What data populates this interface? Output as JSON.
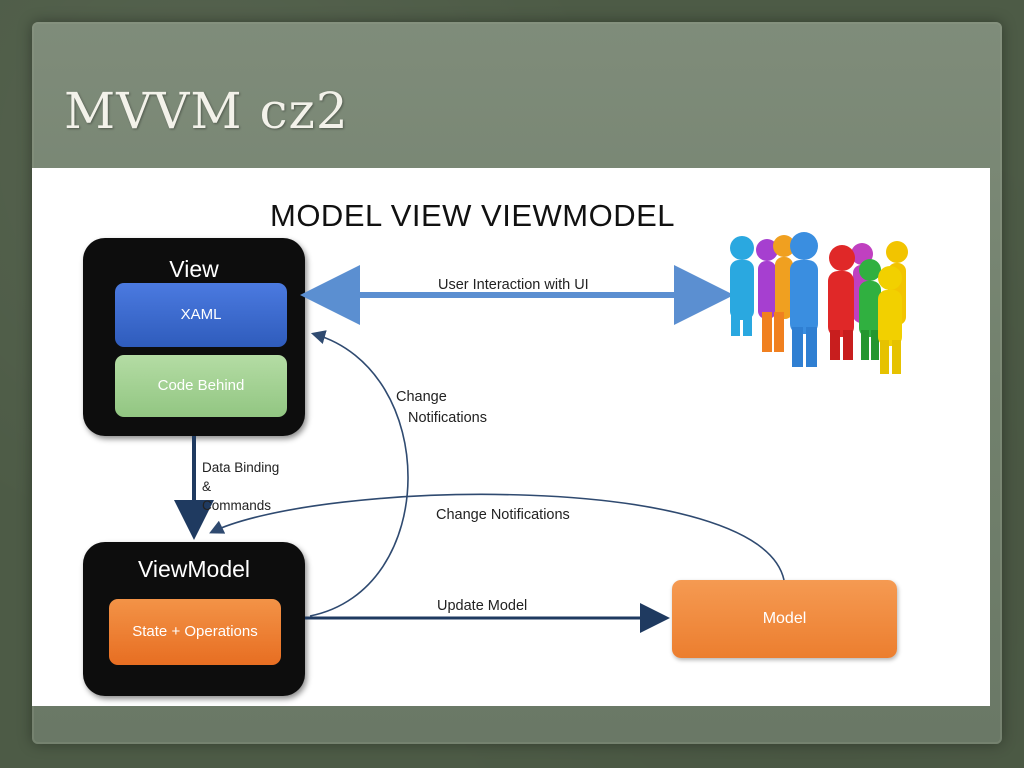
{
  "slide": {
    "title": "MVVM cz2"
  },
  "diagram": {
    "title": "MODEL VIEW VIEWMODEL",
    "view": {
      "label": "View",
      "xaml": "XAML",
      "code_behind": "Code Behind"
    },
    "viewmodel": {
      "label": "ViewModel",
      "state": "State + Operations"
    },
    "model": {
      "label": "Model"
    },
    "edges": {
      "user_interaction": "User Interaction with UI",
      "change_notifications_vertical_1": "Change",
      "change_notifications_vertical_2": "Notifications",
      "data_binding_1": "Data Binding",
      "data_binding_2": "&",
      "data_binding_3": "Commands",
      "change_notifications_model": "Change Notifications",
      "update_model": "Update Model"
    }
  },
  "colors": {
    "xaml": "#3a67c8",
    "code_behind": "#9fcf8f",
    "state": "#ee7a2f",
    "model": "#f0883a",
    "arrow_blue": "#5b8fd1",
    "arrow_dark": "#1f3a60"
  }
}
